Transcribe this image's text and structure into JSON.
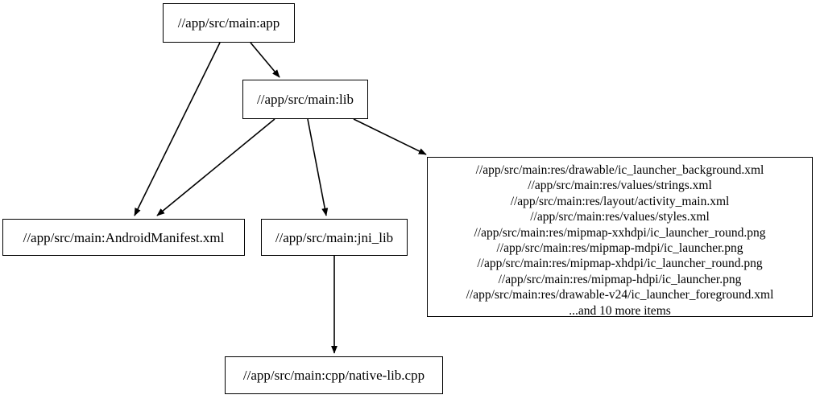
{
  "graph": {
    "type": "directed-dependency-graph",
    "background_color": "#ffffff",
    "node_border_color": "#000000",
    "edge_color": "#000000",
    "text_color": "#000000",
    "nodes": [
      {
        "id": "app",
        "label": "//app/src/main:app"
      },
      {
        "id": "lib",
        "label": "//app/src/main:lib"
      },
      {
        "id": "manifest",
        "label": "//app/src/main:AndroidManifest.xml"
      },
      {
        "id": "jni_lib",
        "label": "//app/src/main:jni_lib"
      },
      {
        "id": "native_lib",
        "label": "//app/src/main:cpp/native-lib.cpp"
      },
      {
        "id": "res_group",
        "lines": [
          "//app/src/main:res/drawable/ic_launcher_background.xml",
          "//app/src/main:res/values/strings.xml",
          "//app/src/main:res/layout/activity_main.xml",
          "//app/src/main:res/values/styles.xml",
          "//app/src/main:res/mipmap-xxhdpi/ic_launcher_round.png",
          "//app/src/main:res/mipmap-mdpi/ic_launcher.png",
          "//app/src/main:res/mipmap-xhdpi/ic_launcher_round.png",
          "//app/src/main:res/mipmap-hdpi/ic_launcher.png",
          "//app/src/main:res/drawable-v24/ic_launcher_foreground.xml",
          "...and 10 more items"
        ]
      }
    ],
    "edges": [
      {
        "from": "app",
        "to": "lib"
      },
      {
        "from": "app",
        "to": "manifest"
      },
      {
        "from": "lib",
        "to": "manifest"
      },
      {
        "from": "lib",
        "to": "jni_lib"
      },
      {
        "from": "lib",
        "to": "res_group"
      },
      {
        "from": "jni_lib",
        "to": "native_lib"
      }
    ]
  }
}
